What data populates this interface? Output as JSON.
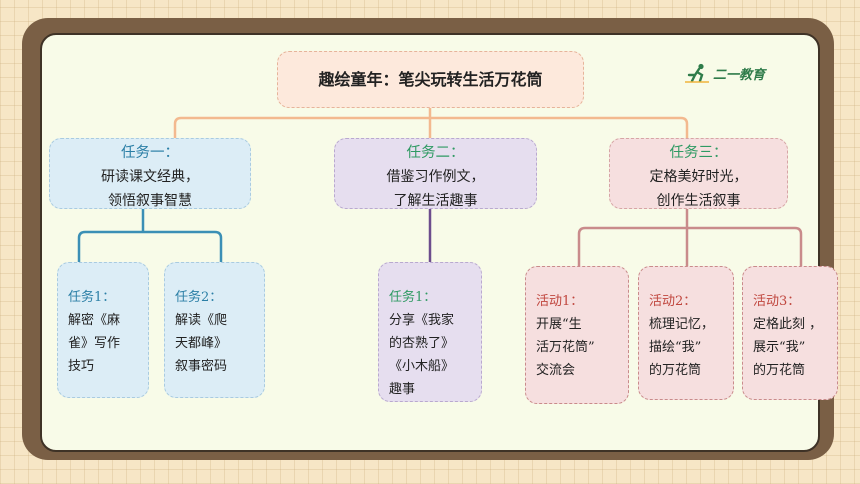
{
  "title": "趣绘童年：笔尖玩转生活万花筒",
  "logo_text": "二一教育",
  "tasks": [
    {
      "heading": "任务一：",
      "lines": [
        "研读课文经典，",
        "领悟叙事智慧"
      ],
      "children": [
        {
          "heading": "任务1：",
          "lines": [
            "解密《麻",
            "雀》写作",
            "技巧"
          ]
        },
        {
          "heading": "任务2：",
          "lines": [
            "解读《爬",
            "天都峰》",
            "叙事密码"
          ]
        }
      ]
    },
    {
      "heading": "任务二：",
      "lines": [
        "借鉴习作例文，",
        "了解生活趣事"
      ],
      "children": [
        {
          "heading": "任务1：",
          "lines": [
            "分享《我家",
            "的杏熟了》",
            "《小木船》",
            "趣事"
          ]
        }
      ]
    },
    {
      "heading": "任务三：",
      "lines": [
        "定格美好时光，",
        "创作生活叙事"
      ],
      "children": [
        {
          "heading": "活动1：",
          "lines": [
            "开展“生",
            "活万花筒”",
            "交流会"
          ]
        },
        {
          "heading": "活动2：",
          "lines": [
            "梳理记忆，",
            "描绘“我”",
            "的万花筒"
          ]
        },
        {
          "heading": "活动3：",
          "lines": [
            "定格此刻 ，",
            "展示“我”",
            "的万花筒"
          ]
        }
      ]
    }
  ],
  "colors": {
    "connector_top": "#f3b98f",
    "connector_blue": "#3b8fb5",
    "connector_purple": "#6c4d8c",
    "connector_pink": "#c98b8b"
  }
}
